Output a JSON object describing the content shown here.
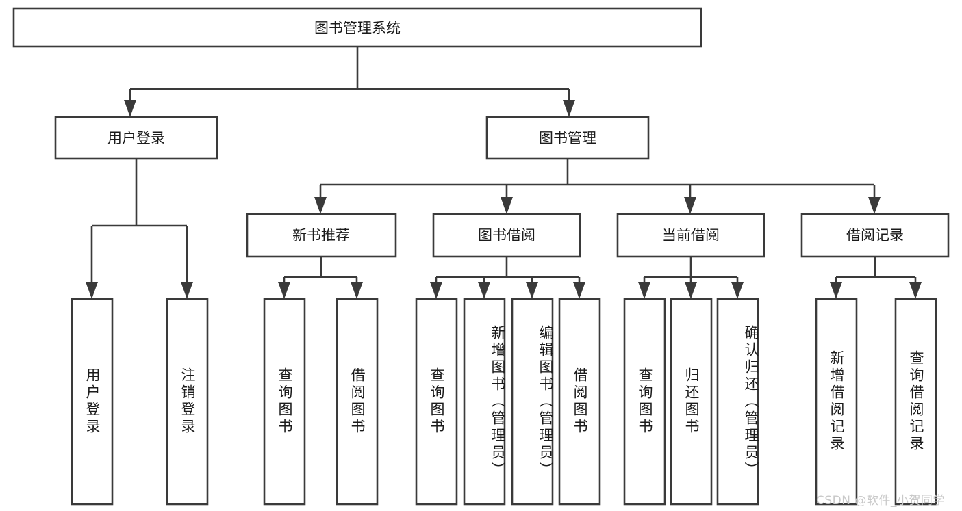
{
  "diagram": {
    "title": "图书管理系统",
    "type": "tree-hierarchy-diagram",
    "colors": {
      "stroke": "#3a3a3a",
      "fill": "#ffffff",
      "text": "#1b1b1b",
      "watermark": "#c9c9c9",
      "background": "#ffffff"
    },
    "root": {
      "id": "root",
      "label": "图书管理系统"
    },
    "level2": [
      {
        "id": "user-login",
        "label": "用户登录"
      },
      {
        "id": "book-management",
        "label": "图书管理"
      }
    ],
    "level3": [
      {
        "id": "new-book-recommend",
        "label": "新书推荐",
        "parent": "book-management"
      },
      {
        "id": "book-borrow",
        "label": "图书借阅",
        "parent": "book-management"
      },
      {
        "id": "current-borrow",
        "label": "当前借阅",
        "parent": "book-management"
      },
      {
        "id": "borrow-record",
        "label": "借阅记录",
        "parent": "book-management"
      }
    ],
    "leaves": [
      {
        "id": "leaf-user-login",
        "label": "用户登录",
        "parent": "user-login"
      },
      {
        "id": "leaf-user-logout",
        "label": "注销登录",
        "parent": "user-login"
      },
      {
        "id": "leaf-query-book-1",
        "label": "查询图书",
        "parent": "new-book-recommend"
      },
      {
        "id": "leaf-borrow-book-1",
        "label": "借阅图书",
        "parent": "new-book-recommend"
      },
      {
        "id": "leaf-query-book-2",
        "label": "查询图书",
        "parent": "book-borrow"
      },
      {
        "id": "leaf-add-book",
        "label": "新增图书（管理员）",
        "parent": "book-borrow"
      },
      {
        "id": "leaf-edit-book",
        "label": "编辑图书（管理员）",
        "parent": "book-borrow"
      },
      {
        "id": "leaf-borrow-book-2",
        "label": "借阅图书",
        "parent": "book-borrow"
      },
      {
        "id": "leaf-query-book-3",
        "label": "查询图书",
        "parent": "current-borrow"
      },
      {
        "id": "leaf-return-book",
        "label": "归还图书",
        "parent": "current-borrow"
      },
      {
        "id": "leaf-confirm-return",
        "label": "确认归还（管理员）",
        "parent": "current-borrow"
      },
      {
        "id": "leaf-add-record",
        "label": "新增借阅记录",
        "parent": "borrow-record"
      },
      {
        "id": "leaf-query-record",
        "label": "查询借阅记录",
        "parent": "borrow-record"
      }
    ]
  },
  "watermark": {
    "text": "CSDN @软件_小贺同学"
  }
}
